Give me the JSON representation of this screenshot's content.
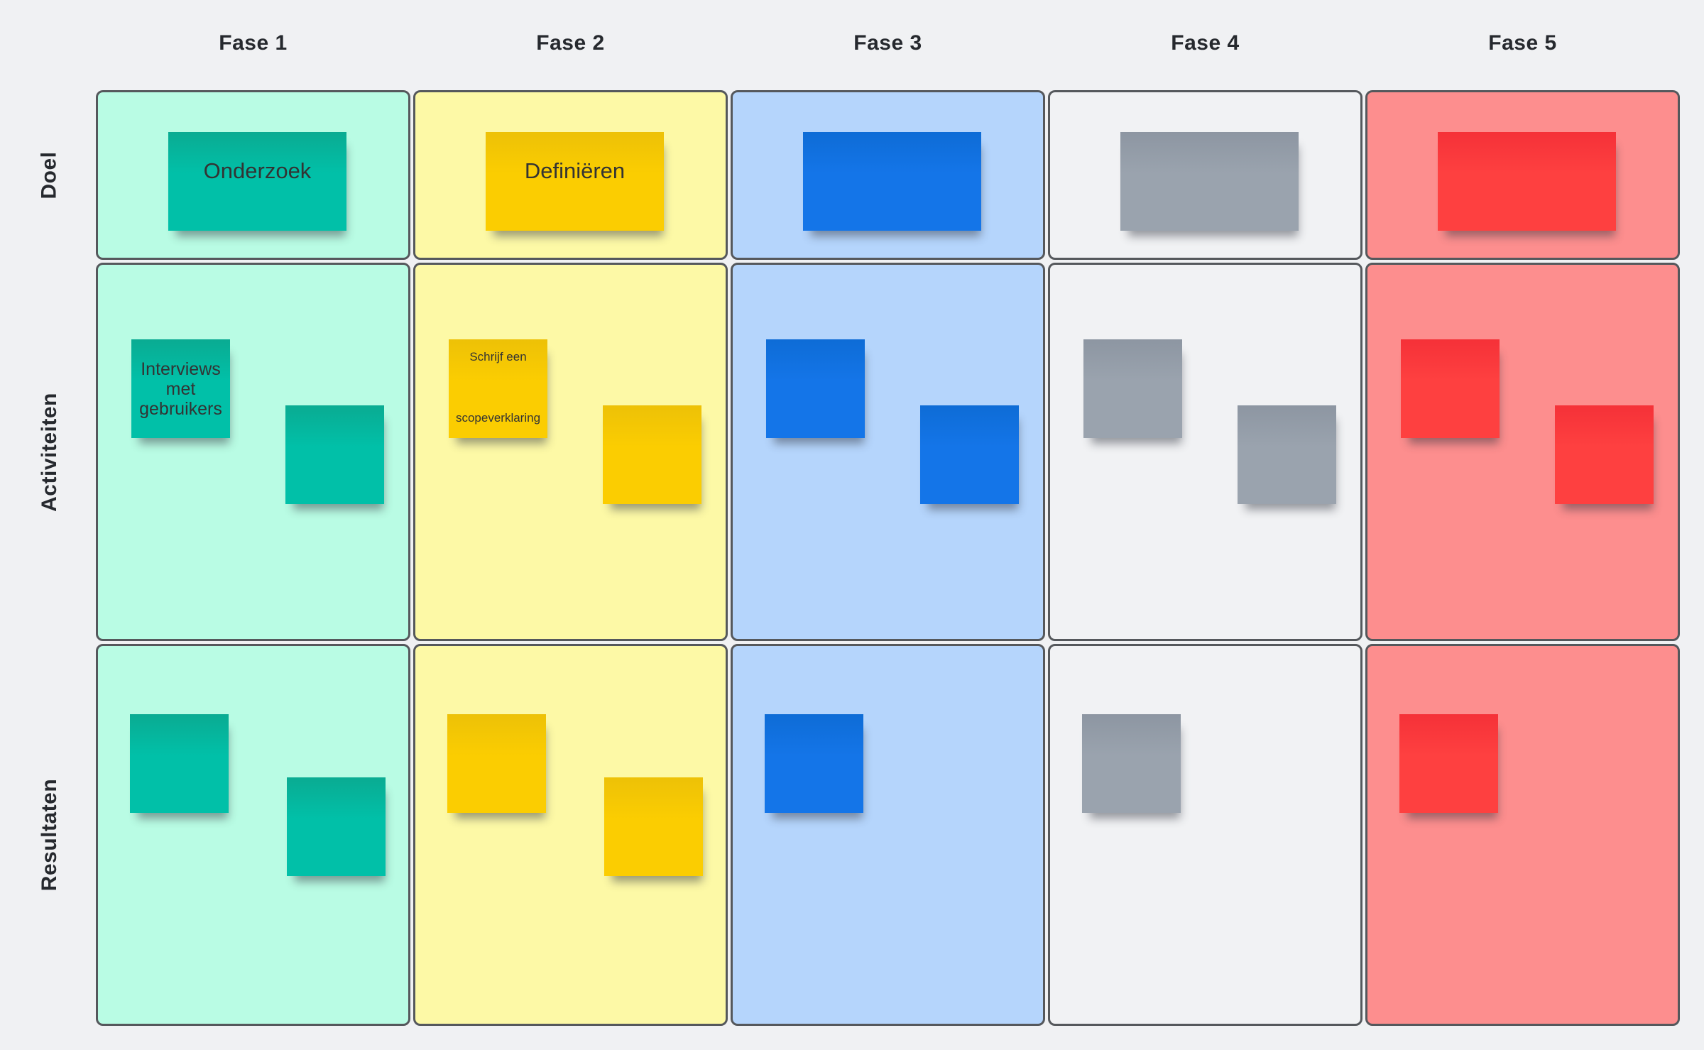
{
  "app": {
    "page_background": "#f0f1f3",
    "grid_border_color": "#55585c",
    "label_text_color": "#26292e",
    "note_text_color": "#333333"
  },
  "columns": [
    {
      "label": "Fase 1",
      "cell_bg": "#b9fce4",
      "note_base": "#01c0a8",
      "note_top": "#0aab92"
    },
    {
      "label": "Fase 2",
      "cell_bg": "#fdf9a6",
      "note_base": "#fbcd01",
      "note_top": "#edc107"
    },
    {
      "label": "Fase 3",
      "cell_bg": "#b5d5fc",
      "note_base": "#1475e8",
      "note_top": "#0e6cd6"
    },
    {
      "label": "Fase 4",
      "cell_bg": "#f1f2f4",
      "note_base": "#9aa3ae",
      "note_top": "#8d96a2"
    },
    {
      "label": "Fase 5",
      "cell_bg": "#fd8e8e",
      "note_base": "#fe4040",
      "note_top": "#f53138"
    }
  ],
  "rows": [
    {
      "label": "Doel"
    },
    {
      "label": "Activiteiten"
    },
    {
      "label": "Resultaten"
    }
  ],
  "notes": [
    {
      "col": 0,
      "row": 0,
      "slot": "wide",
      "kind": "label",
      "label": "Onderzoek"
    },
    {
      "col": 1,
      "row": 0,
      "slot": "wide",
      "kind": "label",
      "label": "Definiëren"
    },
    {
      "col": 2,
      "row": 0,
      "slot": "wide",
      "kind": "label",
      "label": ""
    },
    {
      "col": 3,
      "row": 0,
      "slot": "wide",
      "kind": "label",
      "label": ""
    },
    {
      "col": 4,
      "row": 0,
      "slot": "wide",
      "kind": "label",
      "label": ""
    },
    {
      "col": 0,
      "row": 1,
      "slot": "a",
      "kind": "label",
      "label": "Interviews met gebruikers"
    },
    {
      "col": 0,
      "row": 1,
      "slot": "b",
      "kind": "label",
      "label": ""
    },
    {
      "col": 1,
      "row": 1,
      "slot": "a",
      "kind": "split",
      "label_top": "Schrijf een",
      "label_bottom": "scopeverklaring"
    },
    {
      "col": 1,
      "row": 1,
      "slot": "b",
      "kind": "label",
      "label": ""
    },
    {
      "col": 2,
      "row": 1,
      "slot": "a",
      "kind": "label",
      "label": ""
    },
    {
      "col": 2,
      "row": 1,
      "slot": "b",
      "kind": "label",
      "label": ""
    },
    {
      "col": 3,
      "row": 1,
      "slot": "a",
      "kind": "label",
      "label": ""
    },
    {
      "col": 3,
      "row": 1,
      "slot": "b",
      "kind": "label",
      "label": ""
    },
    {
      "col": 4,
      "row": 1,
      "slot": "a",
      "kind": "label",
      "label": ""
    },
    {
      "col": 4,
      "row": 1,
      "slot": "b",
      "kind": "label",
      "label": ""
    },
    {
      "col": 0,
      "row": 2,
      "slot": "ra",
      "kind": "label",
      "label": ""
    },
    {
      "col": 0,
      "row": 2,
      "slot": "rb",
      "kind": "label",
      "label": ""
    },
    {
      "col": 1,
      "row": 2,
      "slot": "ra",
      "kind": "label",
      "label": ""
    },
    {
      "col": 1,
      "row": 2,
      "slot": "rb",
      "kind": "label",
      "label": ""
    },
    {
      "col": 2,
      "row": 2,
      "slot": "ra",
      "kind": "label",
      "label": ""
    },
    {
      "col": 3,
      "row": 2,
      "slot": "ra",
      "kind": "label",
      "label": ""
    },
    {
      "col": 4,
      "row": 2,
      "slot": "ra",
      "kind": "label",
      "label": ""
    }
  ]
}
